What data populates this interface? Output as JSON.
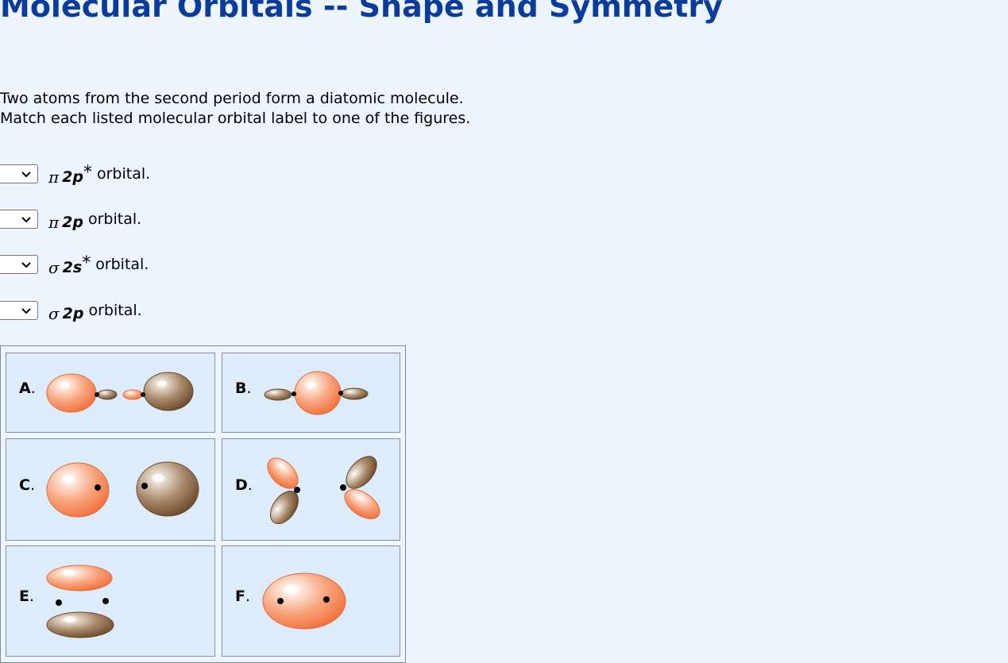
{
  "title": "Molecular Orbitals -- Shape and Symmetry",
  "instructions": [
    "Two atoms from the second period form a diatomic molecule.",
    "Match each listed molecular orbital label to one of the figures."
  ],
  "questions": [
    {
      "symbol": "π",
      "subscript": "2p",
      "star": "*",
      "suffix": "orbital.",
      "selected": ""
    },
    {
      "symbol": "π",
      "subscript": "2p",
      "star": "",
      "suffix": "orbital.",
      "selected": ""
    },
    {
      "symbol": "σ",
      "subscript": "2s",
      "star": "*",
      "suffix": "orbital.",
      "selected": ""
    },
    {
      "symbol": "σ",
      "subscript": "2p",
      "star": "",
      "suffix": "orbital.",
      "selected": ""
    }
  ],
  "figures": [
    {
      "label": "A"
    },
    {
      "label": "B"
    },
    {
      "label": "C"
    },
    {
      "label": "D"
    },
    {
      "label": "E"
    },
    {
      "label": "F"
    }
  ],
  "colors": {
    "title": "#0b3b9b",
    "background": "#edf5ff",
    "cell": "#ddecfc",
    "lobe_orange": "#f79a70",
    "lobe_brown": "#8b6a48"
  }
}
